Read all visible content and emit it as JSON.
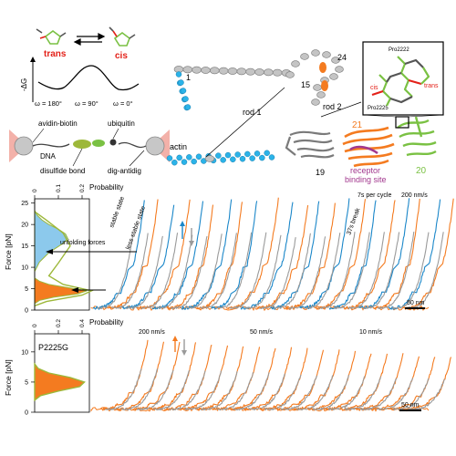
{
  "colors": {
    "orange": "#F47B20",
    "blue": "#1B87C9",
    "gray": "#9A9A9A",
    "cyan": "#2BB3E8",
    "green": "#7AC143",
    "red": "#E32119",
    "purple": "#A2388E",
    "lightblue": "#8CC9EC",
    "olive": "#9DB83A"
  },
  "top_left": {
    "trans_label": "trans",
    "cis_label": "cis",
    "dg_label": "-ΔG",
    "omega_labels": [
      "ω = 180°",
      "ω = 90°",
      "ω = 0°"
    ],
    "avidin_label": "avidin-biotin",
    "ubiquitin_label": "ubiquitin",
    "dna_label": "DNA",
    "disulfide_label": "disulfide bond",
    "dig_label": "dig-antidig"
  },
  "structure": {
    "domain_1": "1",
    "domain_15": "15",
    "domain_24": "24",
    "rod1_label": "rod 1",
    "rod2_label": "rod 2",
    "actin_label": "actin",
    "domain_19": "19",
    "domain_20": "20",
    "domain_21": "21",
    "receptor_label": "receptor\nbinding site",
    "inset_pro2222": "Pro2222",
    "inset_pro2225": "Pro2225",
    "inset_trans": "trans",
    "inset_cis": "cis"
  },
  "panel_top": {
    "ylabel": "Force [pN]",
    "prob_label": "Probability",
    "prob_ticks": [
      "0",
      "0.1",
      "0.2"
    ],
    "force_ticks": [
      "0",
      "5",
      "10",
      "15",
      "20",
      "25"
    ],
    "ann_stable": "stable state",
    "ann_less_stable": "less stable state",
    "ann_unfolding": "unfolding forces",
    "ann_7s": "7s per cycle",
    "ann_speed": "200 nm/s",
    "ann_37s": "37s break",
    "scalebar": "50 nm"
  },
  "panel_bottom": {
    "ylabel": "Force [pN]",
    "prob_label": "Probability",
    "prob_ticks": [
      "0",
      "0.2",
      "0.4"
    ],
    "force_ticks": [
      "0",
      "5",
      "10"
    ],
    "mutant_label": "P2225G",
    "speed_1": "200 nm/s",
    "speed_2": "50 nm/s",
    "speed_3": "10 nm/s",
    "scalebar": "50 nm"
  }
}
